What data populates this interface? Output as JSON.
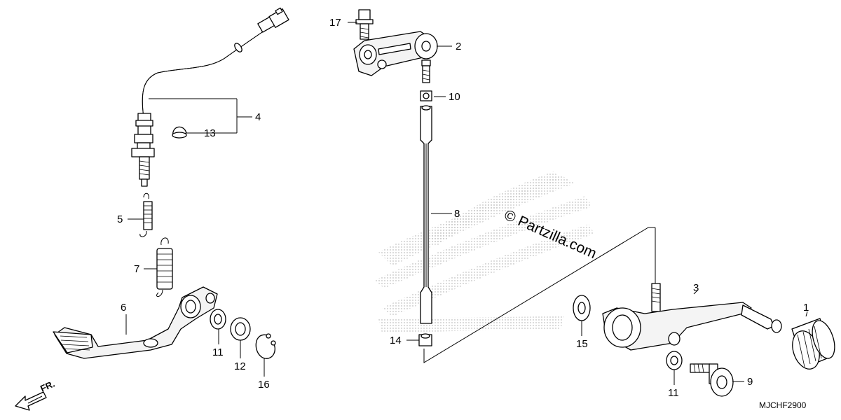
{
  "diagram": {
    "callouts": {
      "c1": "1",
      "c2": "2",
      "c3": "3",
      "c4": "4",
      "c5": "5",
      "c6": "6",
      "c7": "7",
      "c8": "8",
      "c9": "9",
      "c10": "10",
      "c11a": "11",
      "c11b": "11",
      "c12": "12",
      "c13": "13",
      "c14": "14",
      "c15": "15",
      "c16": "16",
      "c17": "17"
    },
    "watermark": "© Partzilla.com",
    "direction_label": "FR.",
    "diagram_code": "MJCHF2900"
  }
}
